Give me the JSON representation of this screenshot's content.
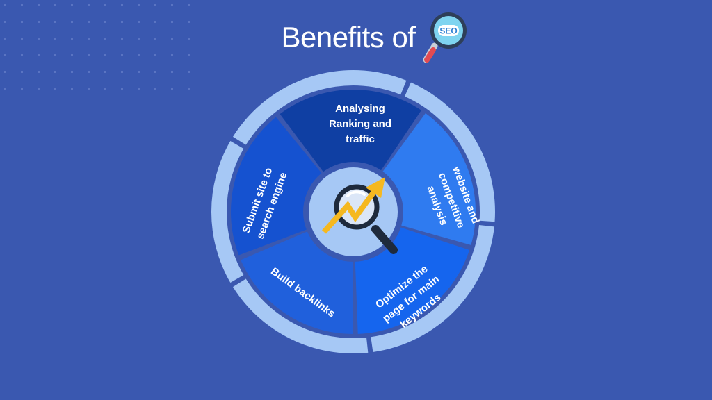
{
  "title": {
    "text": "Benefits of",
    "badge": "SEO"
  },
  "center_icon": "magnifier-growth-arrow-icon",
  "segments": [
    {
      "id": "analysing",
      "lines": [
        "Analysing",
        "Ranking and",
        "traffic"
      ],
      "color": "#0f3fa3"
    },
    {
      "id": "website",
      "lines": [
        "website and",
        "competitive",
        "analysis"
      ],
      "color": "#2f7bf0"
    },
    {
      "id": "optimize",
      "lines": [
        "Optimize the",
        "page for main",
        "keywords"
      ],
      "color": "#1565ee"
    },
    {
      "id": "backlinks",
      "lines": [
        "Build backlinks"
      ],
      "color": "#2060dc"
    },
    {
      "id": "submit",
      "lines": [
        "Submit site to",
        "search engine"
      ],
      "color": "#1552d0"
    }
  ],
  "colors": {
    "background": "#3a58b0",
    "outer_ring": "#a6c8f5",
    "separator": "#3a58b0",
    "hub": "#a6c8f5",
    "arrow": "#f5b820",
    "lens_dark": "#1e2a3c"
  }
}
